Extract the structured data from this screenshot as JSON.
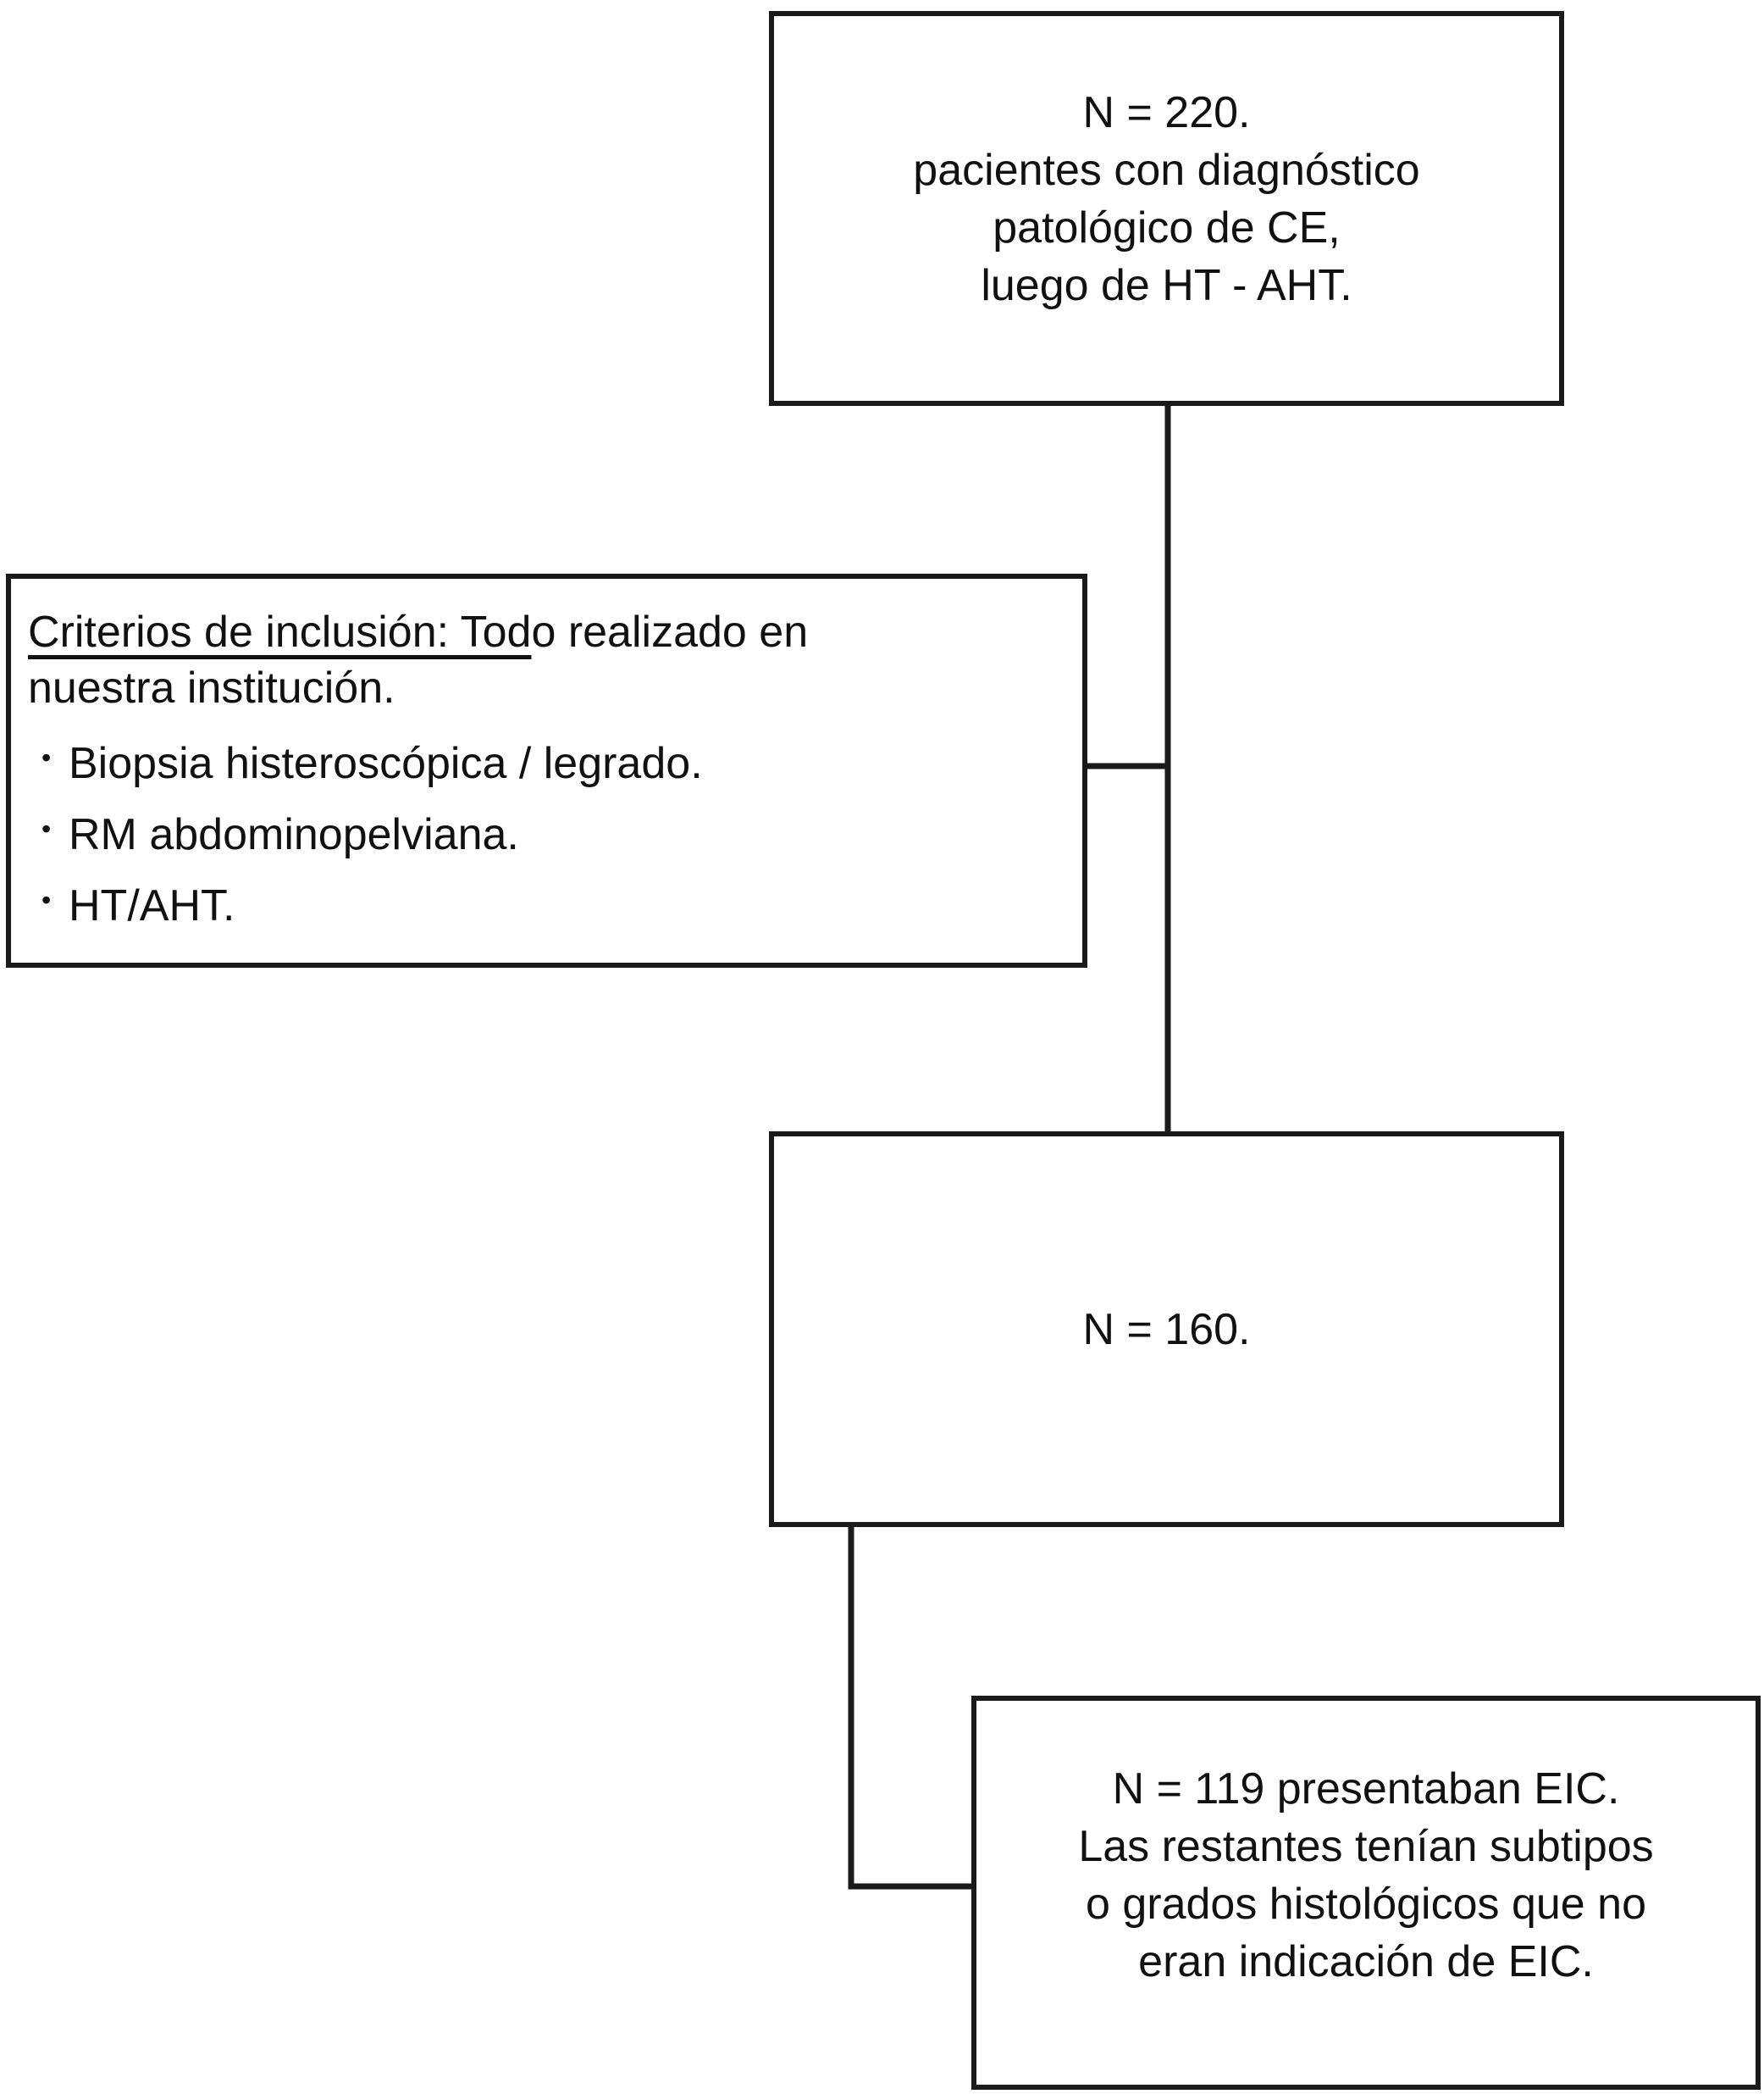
{
  "boxes": {
    "top": {
      "lines": [
        "N = 220.",
        "pacientes con diagnóstico",
        "patológico de CE,",
        "luego de HT - AHT."
      ]
    },
    "criteria": {
      "title_underlined": "Criterios de inclusión: Tod",
      "title_rest": "o realizado en",
      "title_line2": "nuestra institución.",
      "items": [
        "Biopsia histeroscópica / legrado.",
        "RM abdominopelviana.",
        "HT/AHT."
      ],
      "bullet": "•"
    },
    "middle": {
      "lines": [
        "N = 160."
      ]
    },
    "bottom": {
      "lines": [
        "N = 119 presentaban EIC.",
        "Las restantes tenían subtipos",
        "o grados histológicos que no",
        "eran indicación de EIC."
      ]
    }
  }
}
